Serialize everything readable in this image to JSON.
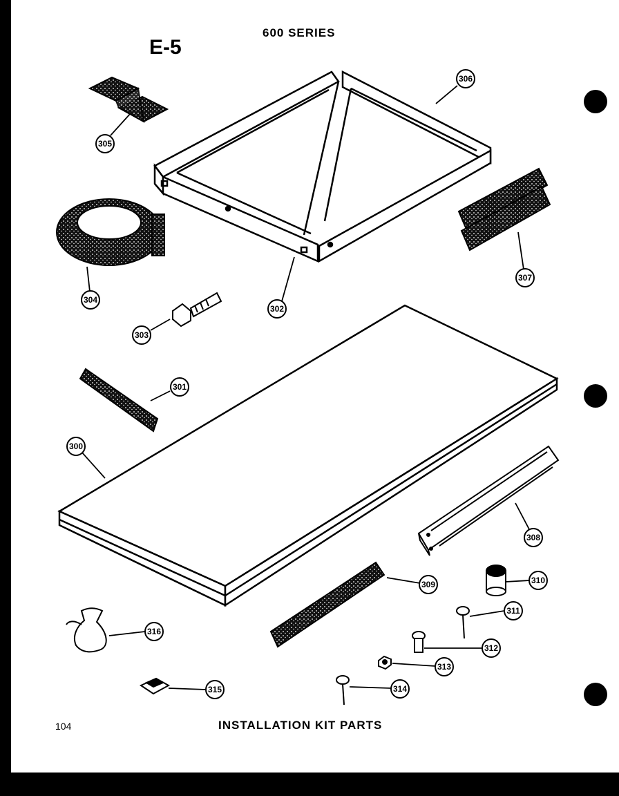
{
  "header": {
    "series": "600 SERIES",
    "code": "E-5"
  },
  "footer": {
    "page": "104",
    "caption": "INSTALLATION KIT PARTS"
  },
  "parts": [
    {
      "id": "300"
    },
    {
      "id": "301"
    },
    {
      "id": "302"
    },
    {
      "id": "303"
    },
    {
      "id": "304"
    },
    {
      "id": "305"
    },
    {
      "id": "306"
    },
    {
      "id": "307"
    },
    {
      "id": "308"
    },
    {
      "id": "309"
    },
    {
      "id": "310"
    },
    {
      "id": "311"
    },
    {
      "id": "312"
    },
    {
      "id": "313"
    },
    {
      "id": "314"
    },
    {
      "id": "315"
    },
    {
      "id": "316"
    }
  ]
}
